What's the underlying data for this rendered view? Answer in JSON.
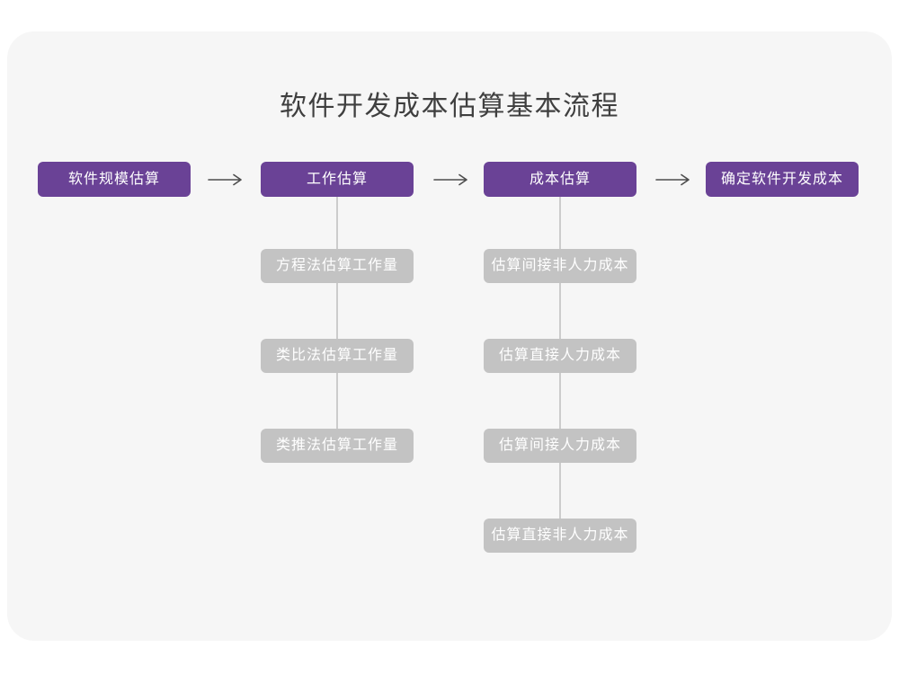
{
  "title": "软件开发成本估算基本流程",
  "colors": {
    "page_background": "#ffffff",
    "canvas_background": "#f6f6f6",
    "node_primary": "#6a4296",
    "node_secondary": "#c3c3c3",
    "node_text": "#ffffff",
    "title_text": "#3f3f3f",
    "arrow": "#4d4d4d",
    "connector_line": "#cccccc"
  },
  "flow": {
    "main_nodes": [
      {
        "label": "软件规模估算"
      },
      {
        "label": "工作估算"
      },
      {
        "label": "成本估算"
      },
      {
        "label": "确定软件开发成本"
      }
    ],
    "branches": [
      {
        "parent": "工作估算",
        "items": [
          {
            "label": "方程法估算工作量"
          },
          {
            "label": "类比法估算工作量"
          },
          {
            "label": "类推法估算工作量"
          }
        ]
      },
      {
        "parent": "成本估算",
        "items": [
          {
            "label": "估算间接非人力成本"
          },
          {
            "label": "估算直接人力成本"
          },
          {
            "label": "估算间接人力成本"
          },
          {
            "label": "估算直接非人力成本"
          }
        ]
      }
    ]
  }
}
